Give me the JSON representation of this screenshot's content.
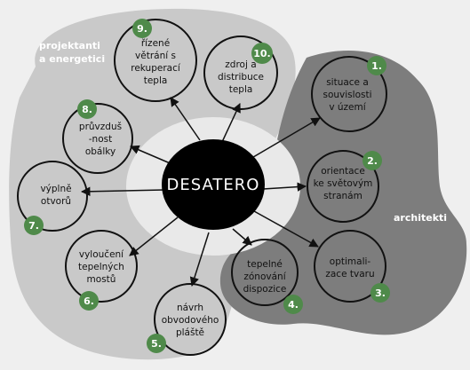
{
  "center": {
    "label": "DESATERO"
  },
  "groups": {
    "left": {
      "label_lines": [
        "projektanti",
        "a energetici"
      ]
    },
    "right": {
      "label_lines": [
        "architekti"
      ]
    }
  },
  "nodes": [
    {
      "id": "n1",
      "number": "1.",
      "lines": [
        "situace a",
        "souvislosti",
        "v území"
      ]
    },
    {
      "id": "n2",
      "number": "2.",
      "lines": [
        "orientace",
        "ke světovým",
        "stranám"
      ]
    },
    {
      "id": "n3",
      "number": "3.",
      "lines": [
        "optimali-",
        "zace tvaru"
      ]
    },
    {
      "id": "n4",
      "number": "4.",
      "lines": [
        "tepelné",
        "zónování",
        "dispozice"
      ]
    },
    {
      "id": "n5",
      "number": "5.",
      "lines": [
        "návrh",
        "obvodového",
        "pláště"
      ]
    },
    {
      "id": "n6",
      "number": "6.",
      "lines": [
        "vyloučení",
        "tepelných",
        "mostů"
      ]
    },
    {
      "id": "n7",
      "number": "7.",
      "lines": [
        "výplně",
        "otvorů"
      ]
    },
    {
      "id": "n8",
      "number": "8.",
      "lines": [
        "průvzduš",
        "-nost",
        "obálky"
      ]
    },
    {
      "id": "n9",
      "number": "9.",
      "lines": [
        "řízené",
        "větrání s",
        "rekuperací",
        "tepla"
      ]
    },
    {
      "id": "n10",
      "number": "10.",
      "lines": [
        "zdroj a",
        "distribuce",
        "tepla"
      ]
    }
  ],
  "colors": {
    "background": "#efefef",
    "left_blob": "#c9c9c9",
    "right_blob": "#7d7d7d",
    "inner_ring": "#e9e9e9",
    "badge": "#4f8a4a",
    "center": "#000000"
  }
}
